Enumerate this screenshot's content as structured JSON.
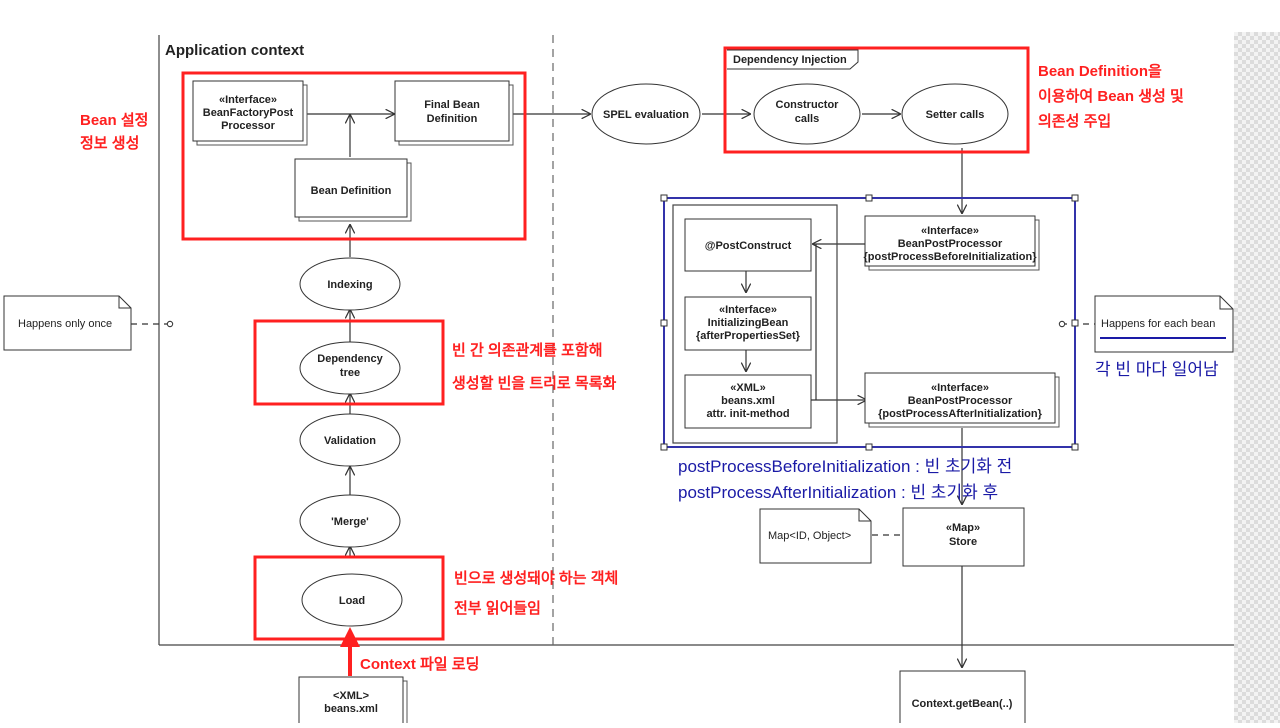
{
  "frame": {
    "title": "Application context"
  },
  "nodes": {
    "bfpp": [
      "«Interface»",
      "BeanFactoryPost",
      "Processor"
    ],
    "final_def": [
      "Final Bean",
      "Definition"
    ],
    "bean_def": [
      "Bean Definition"
    ],
    "indexing": [
      "Indexing"
    ],
    "dep_tree": [
      "Dependency",
      "tree"
    ],
    "validation": [
      "Validation"
    ],
    "merge": [
      "'Merge'"
    ],
    "load": [
      "Load"
    ],
    "beans_xml": [
      "<XML>",
      "beans.xml"
    ],
    "spel": [
      "SPEL evaluation"
    ],
    "constructor": [
      "Constructor",
      "calls"
    ],
    "setter": [
      "Setter calls"
    ],
    "di_frame": [
      "Dependency Injection"
    ],
    "postconstruct": [
      "@PostConstruct"
    ],
    "initbean": [
      "«Interface»",
      "InitializingBean",
      "{afterPropertiesSet}"
    ],
    "xml_init": [
      "«XML»",
      "beans.xml",
      "attr. init-method"
    ],
    "bpp_before": [
      "«Interface»",
      "BeanPostProcessor",
      "{postProcessBeforeInitialization}"
    ],
    "bpp_after": [
      "«Interface»",
      "BeanPostProcessor",
      "{postProcessAfterInitialization}"
    ],
    "map_store": [
      "«Map»",
      "Store"
    ],
    "map_note": [
      "Map<ID, Object>"
    ],
    "get_bean": [
      "Context.getBean(..)"
    ],
    "once_note": [
      "Happens only once"
    ],
    "each_note": [
      "Happens for each bean"
    ]
  },
  "annotations": {
    "bean_config": [
      "Bean 설정",
      "정보 생성"
    ],
    "bean_creation": [
      "Bean Definition을",
      "이용하여 Bean 생성 및",
      "의존성 주입"
    ],
    "dep_tree_note": [
      "빈 간 의존관계를 포함해",
      "생성할 빈을 트리로 목록화"
    ],
    "load_note": [
      "빈으로 생성돼야 하는 객체",
      "전부 읽어들임"
    ],
    "context_loading": [
      "Context 파일 로딩"
    ],
    "each_bean_note": [
      "각 빈 마다 일어남"
    ],
    "init_notes": [
      "postProcessBeforeInitialization : 빈 초기화 전",
      "postProcessAfterInitialization : 빈 초기화 후"
    ]
  },
  "colors": {
    "annotation_red": "#ff2020",
    "annotation_blue": "#1a1aa6",
    "selection_blue": "#3333aa",
    "line": "#333333"
  }
}
